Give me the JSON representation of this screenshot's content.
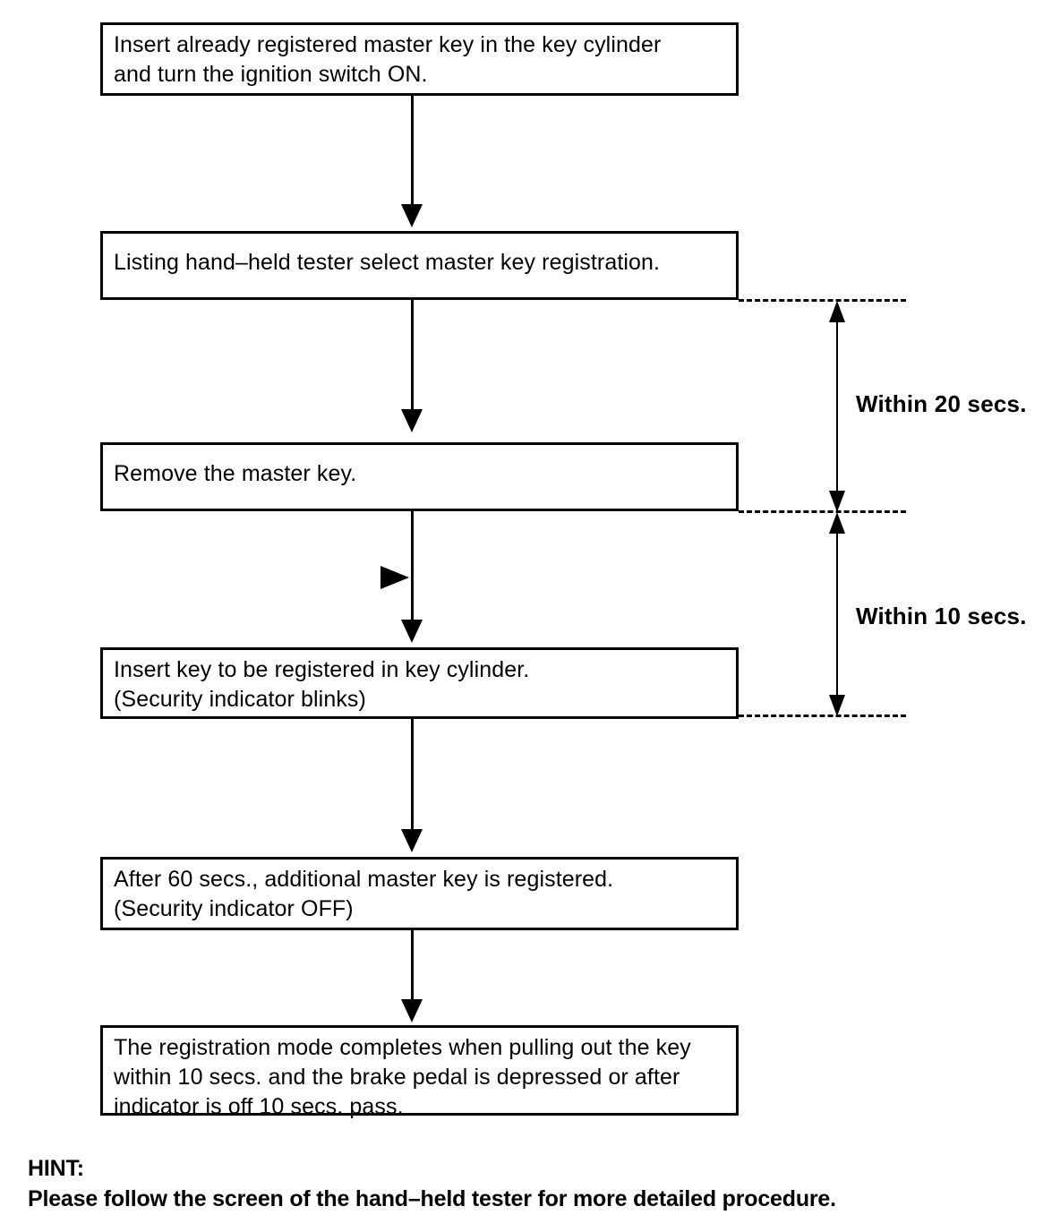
{
  "diagram": {
    "type": "flowchart",
    "title": "Additional master key registration procedure",
    "steps": [
      {
        "id": "step-1",
        "text": "Insert already registered master key in the key cylinder\nand turn the ignition switch ON."
      },
      {
        "id": "step-2",
        "text": "Listing hand–held tester select master key registration."
      },
      {
        "id": "step-3",
        "text": "Remove the master key."
      },
      {
        "id": "step-4",
        "text": "Insert key to be registered in key cylinder.\n(Security indicator blinks)"
      },
      {
        "id": "step-5",
        "text": "After 60 secs., additional master key is registered.\n(Security indicator OFF)"
      },
      {
        "id": "step-6",
        "text": "The registration mode completes when pulling out the key\nwithin 10 secs. and the brake pedal is depressed or after\nindicator is off 10 secs. pass."
      }
    ],
    "timing_annotations": [
      {
        "id": "timing-1",
        "label": "Within 20 secs.",
        "from_step": "step-2",
        "to_step": "step-3"
      },
      {
        "id": "timing-2",
        "label": "Within 10 secs.",
        "from_step": "step-3",
        "to_step": "step-4"
      }
    ],
    "hint": {
      "heading": "HINT:",
      "body": "Please follow the screen of the hand–held tester for more detailed procedure."
    },
    "colors": {
      "line": "#000000",
      "text": "#000000",
      "background": "#ffffff"
    }
  }
}
